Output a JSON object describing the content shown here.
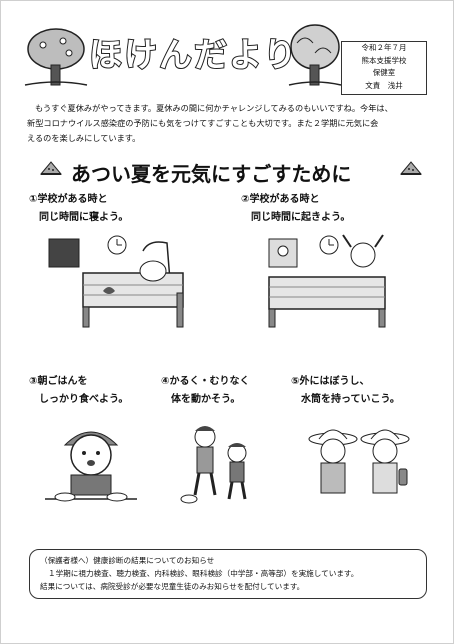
{
  "header": {
    "title": "ほけんだより",
    "school_info": [
      "令和２年７月",
      "熊本支援学校",
      "保健室",
      "文責　浅井"
    ]
  },
  "intro": {
    "lines": [
      "もうすぐ夏休みがやってきます。夏休みの間に何かチャレンジしてみるのもいいですね。今年は、",
      "新型コロナウイルス感染症の予防にも気をつけてすごすことも大切です。また２学期に元気に会",
      "えるのを楽しみにしています。"
    ]
  },
  "section": {
    "heading": "あつい夏を元気にすごすために"
  },
  "tips": [
    {
      "line1": "①学校がある時と",
      "line2": "同じ時間に寝よう。"
    },
    {
      "line1": "②学校がある時と",
      "line2": "同じ時間に起きよう。"
    },
    {
      "line1": "③朝ごはんを",
      "line2": "しっかり食べよう。"
    },
    {
      "line1": "④かるく・むりなく",
      "line2": "体を動かそう。"
    },
    {
      "line1": "⑤外にはぼうし、",
      "line2": "水筒を持っていこう。"
    }
  ],
  "notice": {
    "title": "（保護者様へ）健康診断の結果についてのお知らせ",
    "line1": "１学期に視力検査、聴力検査、内科検診、眼科検診（中学部・高等部）を実施しています。",
    "line2": "結果については、病院受診が必要な児童生徒のみお知らせを配付しています。"
  }
}
